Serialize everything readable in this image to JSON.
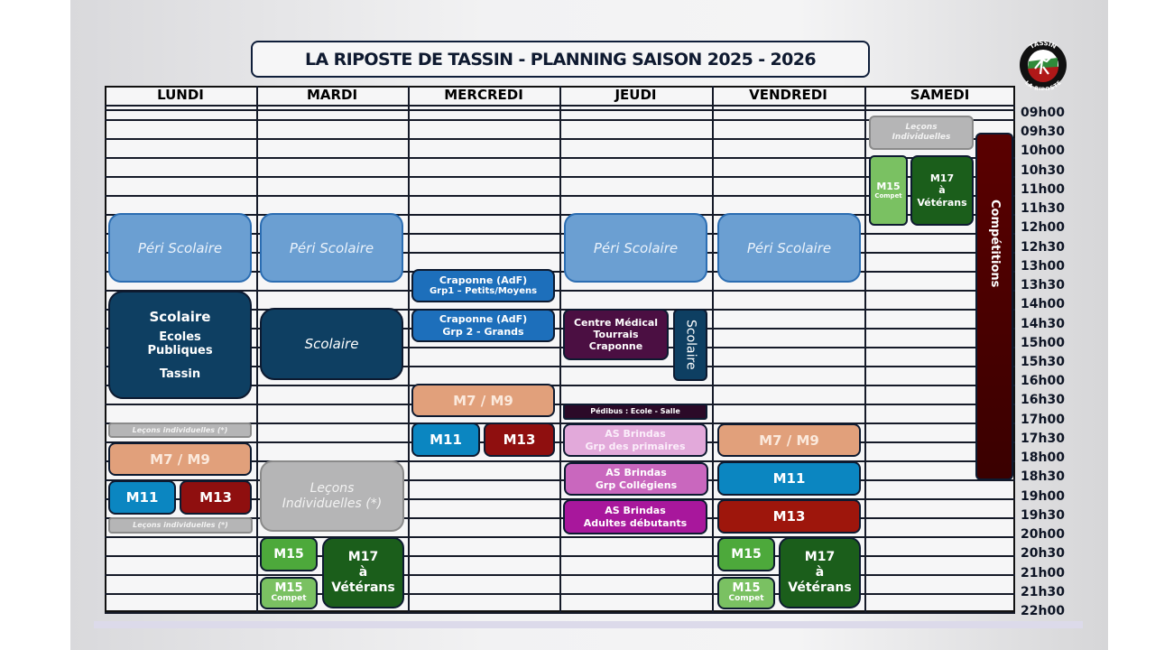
{
  "title": "LA RIPOSTE DE TASSIN - PLANNING SAISON 2025 - 2026",
  "logo": {
    "top": "TASSIN",
    "bottom": "LA RIPOSTE"
  },
  "days": [
    "LUNDI",
    "MARDI",
    "MERCREDI",
    "JEUDI",
    "VENDREDI",
    "SAMEDI"
  ],
  "times": [
    "09h00",
    "09h30",
    "10h00",
    "10h30",
    "11h00",
    "11h30",
    "12h00",
    "12h30",
    "13h00",
    "13h30",
    "14h00",
    "14h30",
    "15h00",
    "15h30",
    "16h00",
    "16h30",
    "17h00",
    "17h30",
    "18h00",
    "18h30",
    "19h00",
    "19h30",
    "20h00",
    "20h30",
    "21h00",
    "21h30",
    "22h00"
  ],
  "blocks": {
    "lun_peri": [
      "Péri Scolaire"
    ],
    "mar_peri": [
      "Péri Scolaire"
    ],
    "jeu_peri": [
      "Péri Scolaire"
    ],
    "ven_peri": [
      "Péri Scolaire"
    ],
    "mer_crap1": [
      "Craponne (AdF)",
      "Grp1 – Petits/Moyens"
    ],
    "mer_crap2": [
      "Craponne (AdF)",
      "Grp 2 - Grands"
    ],
    "lun_scol": [
      "Scolaire",
      "Ecoles",
      "Publiques",
      "Tassin"
    ],
    "mar_scol": [
      "Scolaire"
    ],
    "jeu_cm": [
      "Centre Médical",
      "Tourrais",
      "Craponne"
    ],
    "jeu_scol": [
      "Scolaire"
    ],
    "mer_m79": [
      "M7 / M9"
    ],
    "jeu_pedi": [
      "Pédibus : Ecole - Salle"
    ],
    "lun_lec1": [
      "Leçons individuelles (*)"
    ],
    "lun_m79": [
      "M7 / M9"
    ],
    "mer_m11": [
      "M11"
    ],
    "mer_m13": [
      "M13"
    ],
    "jeu_asp": [
      "AS Brindas",
      "Grp des primaires"
    ],
    "jeu_asc": [
      "AS Brindas",
      "Grp Collégiens"
    ],
    "jeu_asa": [
      "AS Brindas",
      "Adultes débutants"
    ],
    "ven_m79": [
      "M7 / M9"
    ],
    "ven_m11": [
      "M11"
    ],
    "ven_m13": [
      "M13"
    ],
    "mar_lec": [
      "Leçons",
      "Individuelles (*)"
    ],
    "lun_m11": [
      "M11"
    ],
    "lun_m13": [
      "M13"
    ],
    "lun_lec2": [
      "Leçons individuelles (*)"
    ],
    "mar_m15": [
      "M15"
    ],
    "mar_m15c": [
      "M15",
      "Compet"
    ],
    "mar_m17": [
      "M17",
      "à",
      "Vétérans"
    ],
    "ven_m15": [
      "M15"
    ],
    "ven_m15c": [
      "M15",
      "Compet"
    ],
    "ven_m17": [
      "M17",
      "à",
      "Vétérans"
    ],
    "sam_lec": [
      "Leçons",
      "Individuelles"
    ],
    "sam_m15c": [
      "M15",
      "Compet"
    ],
    "sam_m17": [
      "M17",
      "à",
      "Vétérans"
    ],
    "sam_comp": [
      "Compétitions"
    ]
  }
}
